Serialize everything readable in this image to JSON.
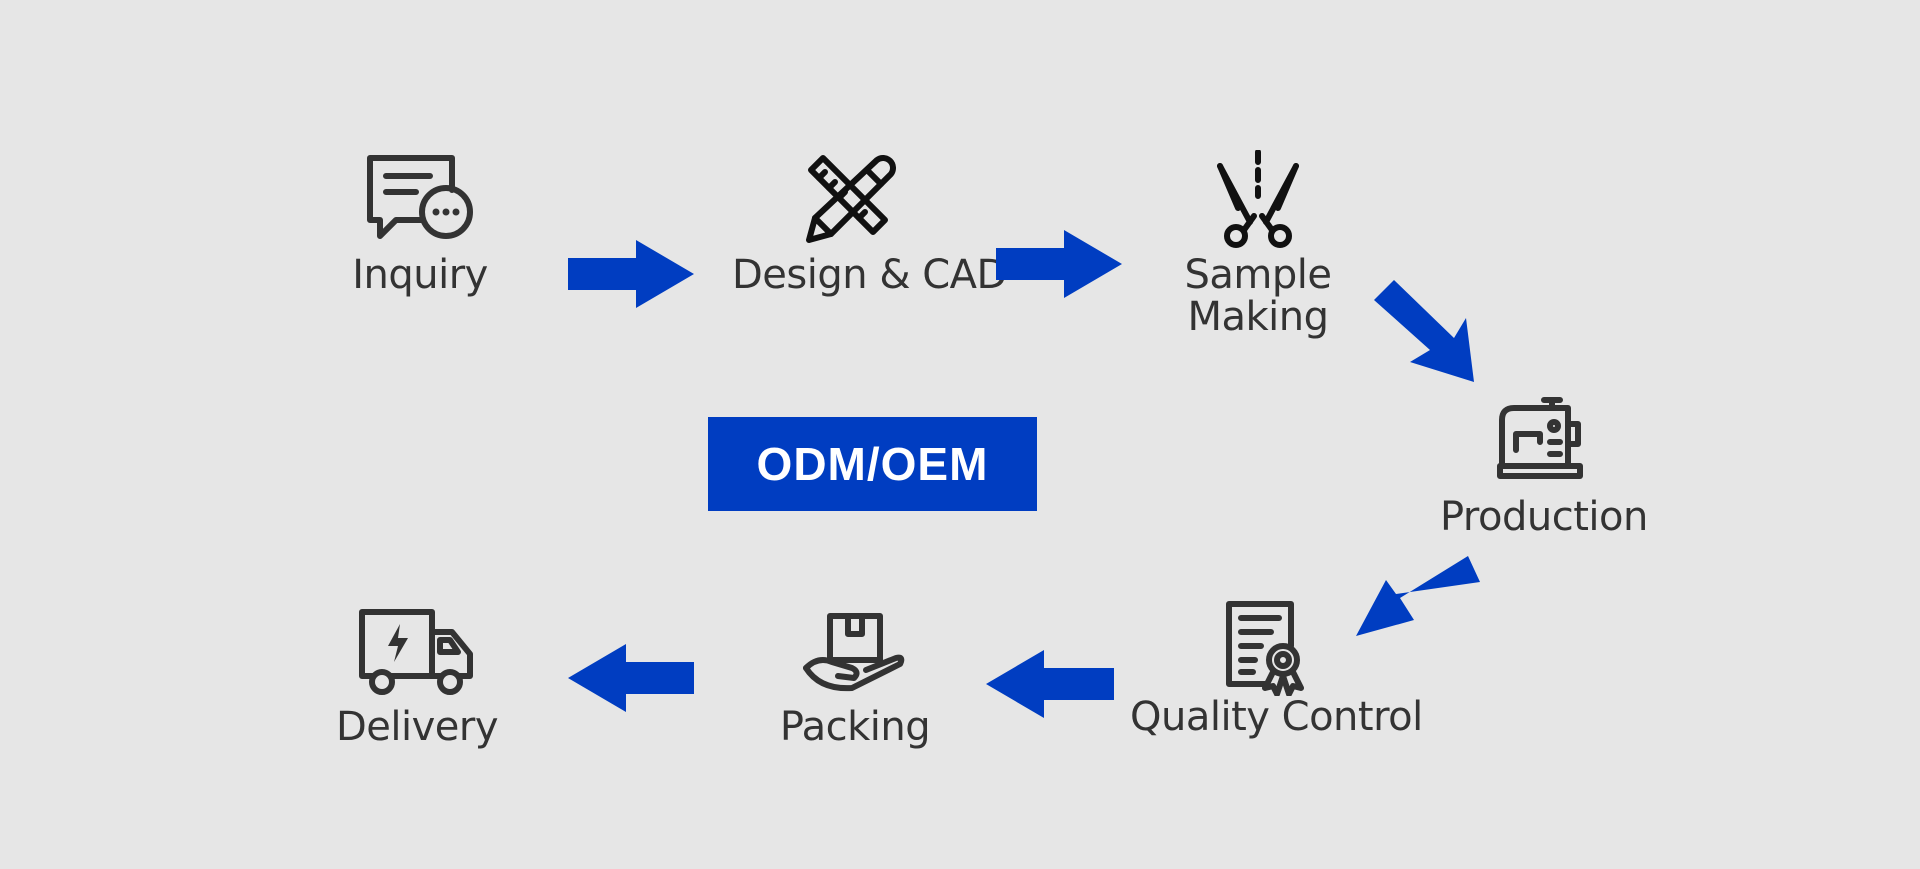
{
  "diagram": {
    "center_badge": "ODM/OEM",
    "accent_color": "#003dc1",
    "steps": [
      {
        "label": "Inquiry",
        "icon": "chat-bubble-icon"
      },
      {
        "label": "Design & CAD",
        "icon": "pencil-ruler-icon"
      },
      {
        "label": "Sample Making",
        "icon": "scissors-icon"
      },
      {
        "label": "Production",
        "icon": "sewing-machine-icon"
      },
      {
        "label": "Quality Control",
        "icon": "certificate-icon"
      },
      {
        "label": "Packing",
        "icon": "box-hand-icon"
      },
      {
        "label": "Delivery",
        "icon": "delivery-truck-icon"
      }
    ],
    "flow": [
      {
        "from": "Inquiry",
        "to": "Design & CAD"
      },
      {
        "from": "Design & CAD",
        "to": "Sample Making"
      },
      {
        "from": "Sample Making",
        "to": "Production"
      },
      {
        "from": "Production",
        "to": "Quality Control"
      },
      {
        "from": "Quality Control",
        "to": "Packing"
      },
      {
        "from": "Packing",
        "to": "Delivery"
      }
    ]
  }
}
